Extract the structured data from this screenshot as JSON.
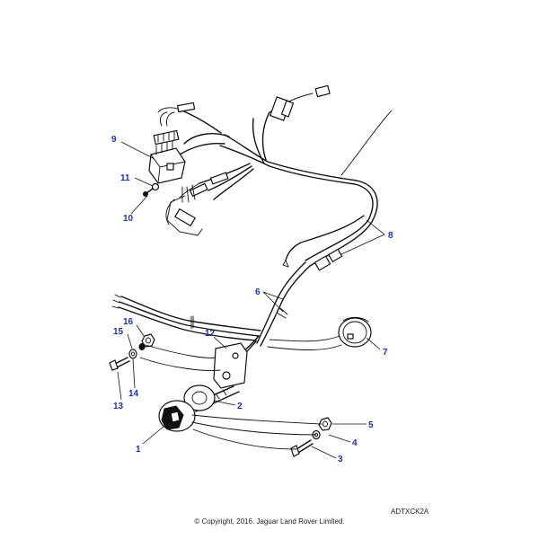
{
  "callouts": {
    "c1": "1",
    "c2": "2",
    "c3": "3",
    "c4": "4",
    "c5": "5",
    "c6": "6",
    "c7": "7",
    "c8": "8",
    "c9": "9",
    "c10": "10",
    "c11": "11",
    "c12": "12",
    "c13": "13",
    "c14": "14",
    "c15": "15",
    "c16": "16"
  },
  "reference_code": "ADTXCK2A",
  "copyright": "© Copyright, 2016. Jaguar Land Rover Limited.",
  "colors": {
    "callout": "#1a2fbf",
    "ink": "#111111",
    "background": "#ffffff"
  }
}
